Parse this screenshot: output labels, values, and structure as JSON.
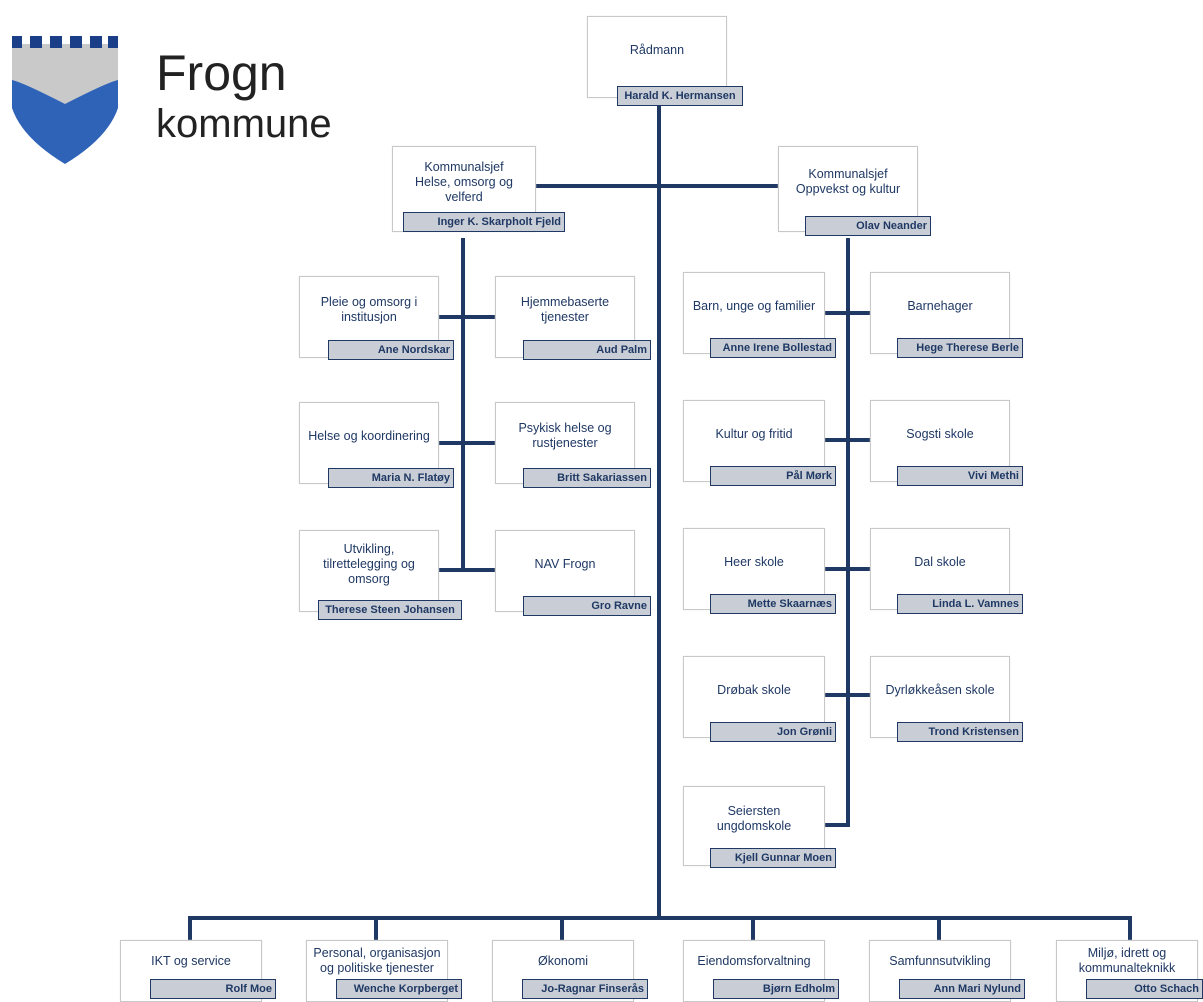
{
  "logo": {
    "line1": "Frogn",
    "line2": "kommune",
    "shield_icon": "frogn-coat-of-arms-icon"
  },
  "colors": {
    "connector": "#1f3864",
    "name_bar": "#c9ced6",
    "shield": "#2e63b8",
    "text": "#1f3864"
  },
  "top": {
    "title": "Rådmann",
    "name": "Harald K. Hermansen"
  },
  "helse": {
    "head": {
      "title": "Kommunalsjef\nHelse, omsorg og\nvelferd",
      "name": "Inger K. Skarpholt Fjeld"
    },
    "units": [
      {
        "title": "Pleie og omsorg i\ninstitusjon",
        "name": "Ane Nordskar"
      },
      {
        "title": "Hjemmebaserte\ntjenester",
        "name": "Aud Palm"
      },
      {
        "title": "Helse og koordinering",
        "name": "Maria N. Flatøy"
      },
      {
        "title": "Psykisk helse og\nrustjenester",
        "name": "Britt Sakariassen"
      },
      {
        "title": "Utvikling,\ntilrettelegging og\nomsorg",
        "name": "Therese Steen Johansen"
      },
      {
        "title": "NAV Frogn",
        "name": "Gro Ravne"
      }
    ]
  },
  "oppvekst": {
    "head": {
      "title": "Kommunalsjef\nOppvekst og kultur",
      "name": "Olav Neander"
    },
    "units": [
      {
        "title": "Barn, unge og familier",
        "name": "Anne Irene Bollestad"
      },
      {
        "title": "Barnehager",
        "name": "Hege Therese Berle"
      },
      {
        "title": "Kultur og fritid",
        "name": "Pål Mørk"
      },
      {
        "title": "Sogsti skole",
        "name": "Vivi Methi"
      },
      {
        "title": "Heer skole",
        "name": "Mette Skaarnæs"
      },
      {
        "title": "Dal skole",
        "name": "Linda L. Vamnes"
      },
      {
        "title": "Drøbak skole",
        "name": "Jon Grønli"
      },
      {
        "title": "Dyrløkkeåsen skole",
        "name": "Trond Kristensen"
      },
      {
        "title": "Seiersten\nungdomskole",
        "name": "Kjell Gunnar Moen"
      }
    ]
  },
  "staff": [
    {
      "title": "IKT og service",
      "name": "Rolf Moe"
    },
    {
      "title": "Personal, organisasjon\nog politiske tjenester",
      "name": "Wenche Korpberget"
    },
    {
      "title": "Økonomi",
      "name": "Jo-Ragnar Finserås"
    },
    {
      "title": "Eiendomsforvaltning",
      "name": "Bjørn Edholm"
    },
    {
      "title": "Samfunnsutvikling",
      "name": "Ann Mari Nylund"
    },
    {
      "title": "Miljø, idrett og\nkommunalteknikk",
      "name": "Otto Schach"
    }
  ]
}
